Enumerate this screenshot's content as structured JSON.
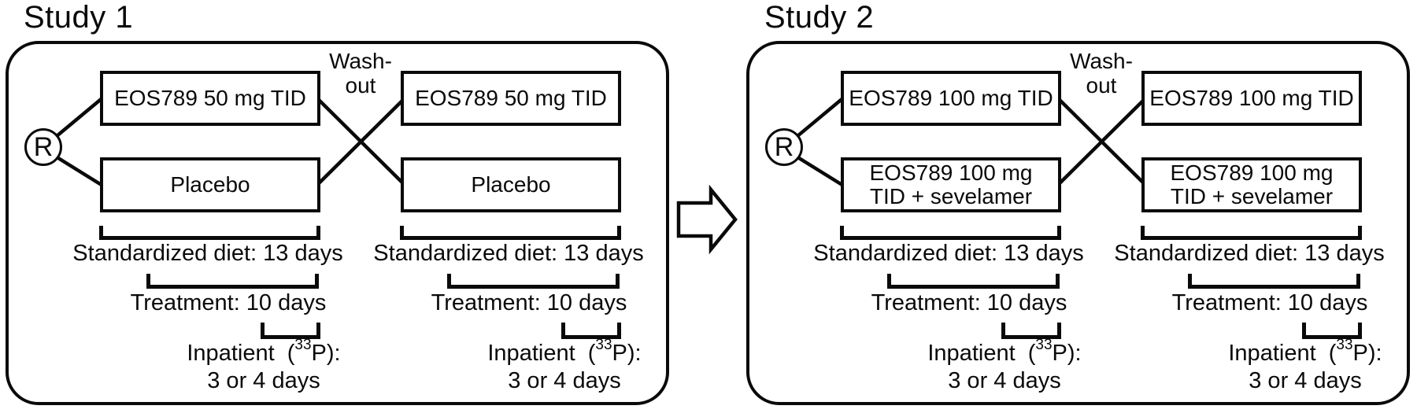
{
  "figure": {
    "background_color": "#ffffff",
    "line_color": "#0a0a0a",
    "arrow_icon": "block-arrow-right-icon"
  },
  "studies": [
    {
      "title": "Study 1",
      "randomization_symbol": "R",
      "washout": {
        "line1": "Wash-",
        "line2": "out"
      },
      "periods": [
        {
          "arm_top": "EOS789 50 mg TID",
          "arm_bottom": {
            "line1": "Placebo",
            "line2": ""
          },
          "diet": "Standardized diet: 13 days",
          "treatment": "Treatment: 10 days",
          "inpatient": {
            "prefix": "Inpatient  (",
            "sup": "33",
            "suffix": "P):",
            "line2": "3 or 4 days"
          }
        },
        {
          "arm_top": "EOS789 50 mg TID",
          "arm_bottom": {
            "line1": "Placebo",
            "line2": ""
          },
          "diet": "Standardized diet: 13 days",
          "treatment": "Treatment: 10 days",
          "inpatient": {
            "prefix": "Inpatient  (",
            "sup": "33",
            "suffix": "P):",
            "line2": "3 or 4 days"
          }
        }
      ]
    },
    {
      "title": "Study 2",
      "randomization_symbol": "R",
      "washout": {
        "line1": "Wash-",
        "line2": "out"
      },
      "periods": [
        {
          "arm_top": "EOS789 100 mg TID",
          "arm_bottom": {
            "line1": "EOS789 100 mg",
            "line2": "TID + sevelamer"
          },
          "diet": "Standardized diet: 13 days",
          "treatment": "Treatment: 10 days",
          "inpatient": {
            "prefix": "Inpatient  (",
            "sup": "33",
            "suffix": "P):",
            "line2": "3 or 4 days"
          }
        },
        {
          "arm_top": "EOS789 100 mg TID",
          "arm_bottom": {
            "line1": "EOS789 100 mg",
            "line2": "TID + sevelamer"
          },
          "diet": "Standardized diet: 13 days",
          "treatment": "Treatment: 10 days",
          "inpatient": {
            "prefix": "Inpatient  (",
            "sup": "33",
            "suffix": "P):",
            "line2": "3 or 4 days"
          }
        }
      ]
    }
  ]
}
